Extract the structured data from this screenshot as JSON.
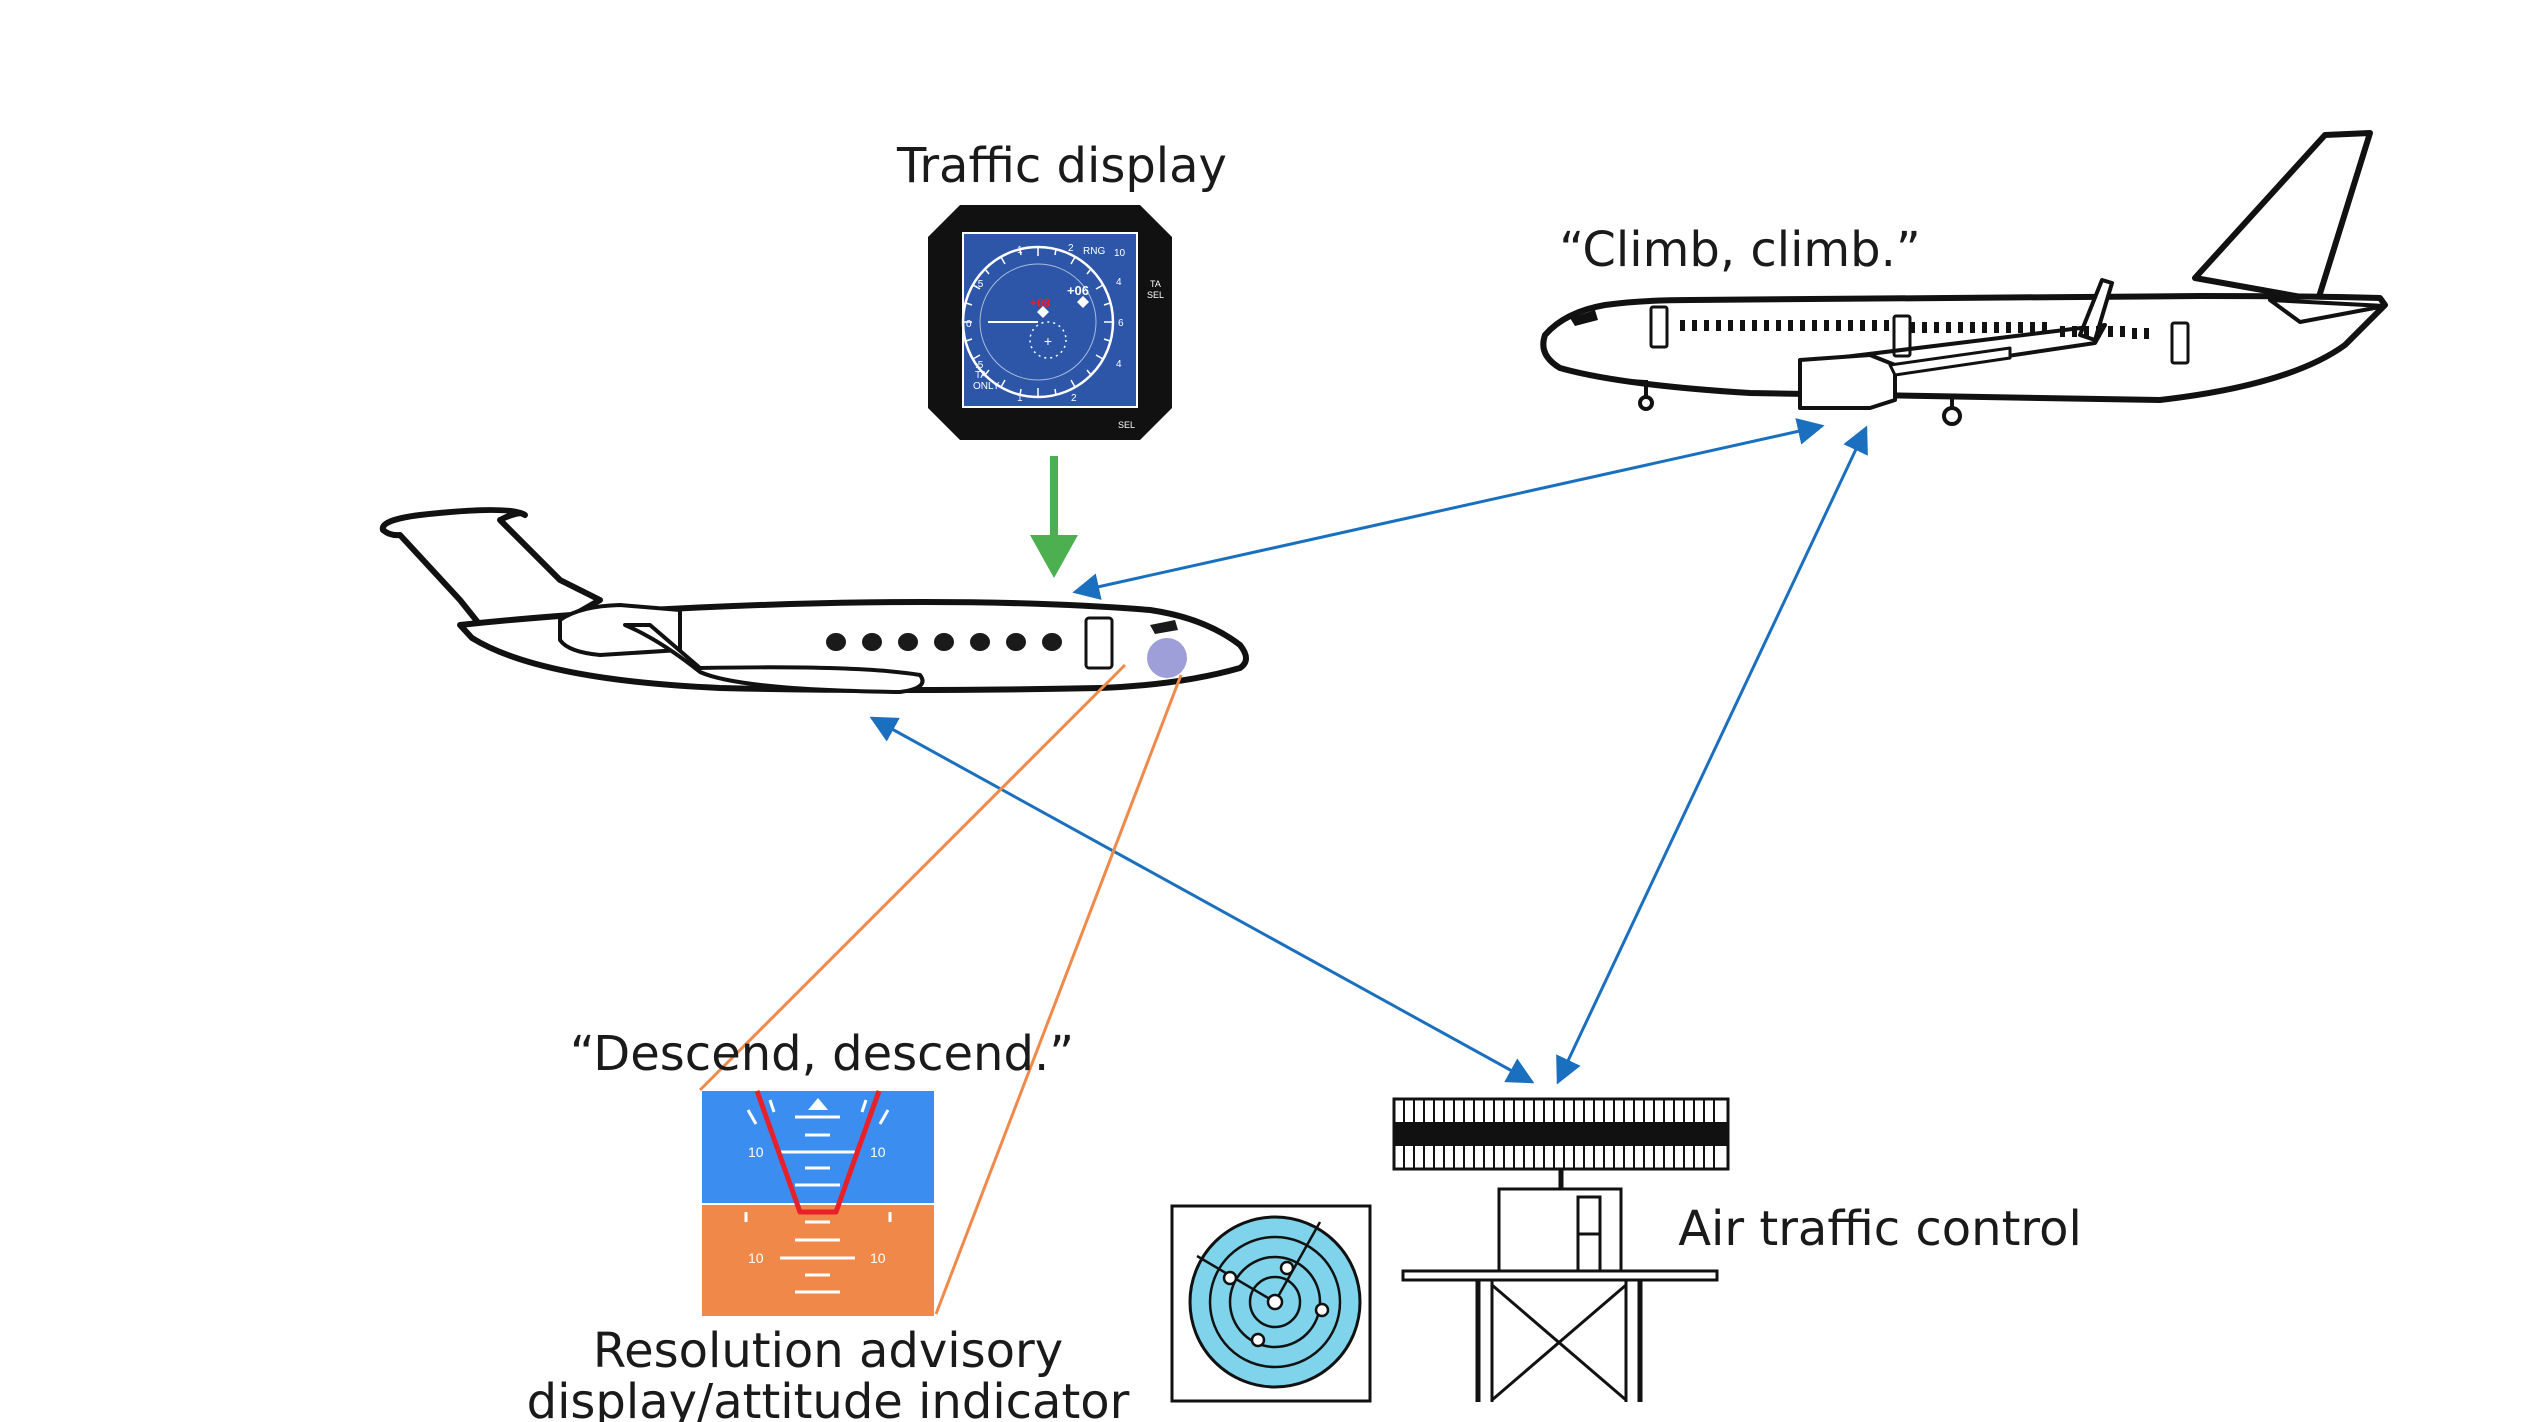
{
  "labels": {
    "traffic_display": "Traffic display",
    "climb_quote": "“Climb, climb.”",
    "descend_quote": "“Descend, descend.”",
    "ra_line1": "Resolution advisory",
    "ra_line2": "display/attitude indicator",
    "atc": "Air traffic control"
  },
  "traffic_display": {
    "rng": "RNG",
    "ta_sel": [
      "TA",
      "SEL"
    ],
    "ta_only": [
      "TA",
      "ONLY"
    ],
    "sel": "SEL",
    "target_red": "+08",
    "target_white": "+06",
    "scale": {
      "r1": "1",
      "r2": "2",
      "r10": "10",
      "left_half": ".5",
      "left_zero": "0",
      "left_half_low": ".5",
      "bottom_one": "1",
      "bottom_two": "2",
      "right4": "4",
      "right6": "6",
      "right4b": "4"
    }
  },
  "attitude_indicator": {
    "pitch_10": "10"
  },
  "colors": {
    "traffic_link": "#1a6fbf",
    "ra_link": "#f08a4b",
    "display_arrow": "#4caf50",
    "sky": "#3b8ef0",
    "ground": "#f0884a",
    "ra_red": "#e8202a",
    "screen_blue": "#2d55a8",
    "radar_cyan": "#7fd3ea",
    "sensor_purple": "#9e9ed8"
  }
}
